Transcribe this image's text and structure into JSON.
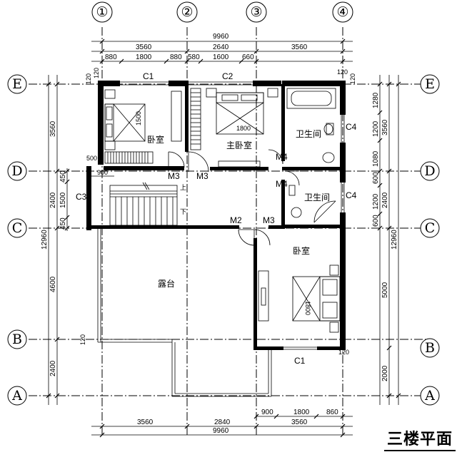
{
  "plan_title": "三楼平面",
  "axes": {
    "columns": [
      "①",
      "②",
      "③",
      "④"
    ],
    "rows": [
      "E",
      "D",
      "C",
      "B",
      "A"
    ]
  },
  "top_dims": {
    "overall": "9960",
    "row1": [
      "3560",
      "2640",
      "3560"
    ],
    "row2": [
      "880",
      "1800",
      "880",
      "580",
      "1600",
      "660"
    ]
  },
  "bottom_dims": {
    "overall": "9960",
    "row1": [
      "3560",
      "2840",
      "3560"
    ],
    "row2": [
      "900",
      "1800",
      "860"
    ]
  },
  "left_dims": {
    "overall": "12960",
    "row1": [
      "3560",
      "2400",
      "4600",
      "2400"
    ],
    "row2": [
      "450",
      "1500",
      "450"
    ],
    "misc": [
      "500"
    ]
  },
  "right_dims": {
    "overall": "12960",
    "row1": [
      "3560",
      "2400",
      "5000",
      "2000"
    ],
    "row2": [
      "1280",
      "1200",
      "1080",
      "600",
      "1200",
      "600"
    ]
  },
  "offsets": [
    "120",
    "120",
    "120",
    "120",
    "120",
    "120"
  ],
  "rooms": {
    "bedroom_nw": "卧室",
    "master_bedroom": "主卧室",
    "bath_1": "卫生间",
    "bath_2": "卫生间",
    "bedroom_se": "卧室",
    "terrace": "露台"
  },
  "windows": {
    "c1_top": "C1",
    "c2_top": "C2",
    "c4_upper": "C4",
    "c4_lower": "C4",
    "c3_left": "C3",
    "c1_bottom": "C1"
  },
  "doors": {
    "m3_bedroom": "M3",
    "m3_master": "M3",
    "m4_upper": "M4",
    "m4_lower": "M4",
    "m2": "M2",
    "m3_se": "M3"
  },
  "furniture": {
    "bed_nw_len": "1500",
    "bed_master_len": "1800",
    "bed_se_len": "1800",
    "stair_up": "上",
    "stair_down": "下"
  }
}
